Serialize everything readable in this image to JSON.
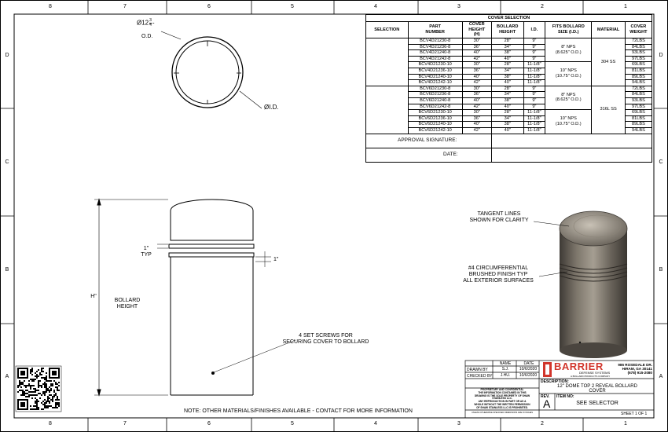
{
  "zones": {
    "columns": [
      "8",
      "7",
      "6",
      "5",
      "4",
      "3",
      "2",
      "1"
    ],
    "rows": [
      "D",
      "C",
      "B",
      "A"
    ]
  },
  "top_view": {
    "od_prefix": "Ø12",
    "od_num": "3",
    "od_den": "4",
    "od_suffix": "-",
    "od_label": "O.D.",
    "id_label": "ØI.D."
  },
  "side_view": {
    "h_label": "H\"",
    "bollard_height": "BOLLARD\nHEIGHT",
    "one_inch_typ": "1\"\nTYP",
    "one_inch": "1\"",
    "set_screws": "4 SET SCREWS FOR\nSECURING COVER TO BOLLARD"
  },
  "iso_view": {
    "tangent_note": "TANGENT LINES\nSHOWN FOR CLARITY",
    "finish_note": "#4 CIRCUMFERENTIAL\nBRUSHED FINISH TYP\nALL EXTERIOR SURFACES"
  },
  "table": {
    "title": "COVER SELECTION",
    "headers": [
      "SELECTION",
      "PART\nNUMBER",
      "COVER\nHEIGHT\n(H)",
      "BOLLARD\nHEIGHT",
      "I.D.",
      "FITS BOLLARD\nSIZE (I.D.)",
      "MATERIAL",
      "COVER\nWEIGHT"
    ],
    "rows": [
      [
        "BCV4D21230-8",
        "30\"",
        "28\"",
        "9\"",
        "72LBS"
      ],
      [
        "BCV4D21236-8",
        "36\"",
        "34\"",
        "9\"",
        "84LBS"
      ],
      [
        "BCV4D21240-8",
        "40\"",
        "38\"",
        "9\"",
        "93LBS"
      ],
      [
        "BCV4D21242-8",
        "42\"",
        "40\"",
        "9\"",
        "97LBS"
      ],
      [
        "BCV4D21230-10",
        "30\"",
        "28\"",
        "11-1/8\"",
        "69LBS"
      ],
      [
        "BCV4D21236-10",
        "36\"",
        "34\"",
        "11-1/8\"",
        "81LBS"
      ],
      [
        "BCV4D21240-10",
        "40\"",
        "38\"",
        "11-1/8\"",
        "89LBS"
      ],
      [
        "BCV4D21242-10",
        "42\"",
        "40\"",
        "11-1/8\"",
        "94LBS"
      ],
      [
        "BCV6D21230-8",
        "30\"",
        "28\"",
        "9\"",
        "72LBS"
      ],
      [
        "BCV6D21236-8",
        "36\"",
        "34\"",
        "9\"",
        "84LBS"
      ],
      [
        "BCV6D21240-8",
        "40\"",
        "38\"",
        "9\"",
        "93LBS"
      ],
      [
        "BCV6D21242-8",
        "42\"",
        "40\"",
        "9\"",
        "97LBS"
      ],
      [
        "BCV6D21230-10",
        "30\"",
        "28\"",
        "11-1/8\"",
        "69LBS"
      ],
      [
        "BCV6D21236-10",
        "36\"",
        "34\"",
        "11-1/8\"",
        "81LBS"
      ],
      [
        "BCV6D21240-10",
        "40\"",
        "38\"",
        "11-1/8\"",
        "89LBS"
      ],
      [
        "BCV6D21242-10",
        "42\"",
        "40\"",
        "11-1/8\"",
        "94LBS"
      ]
    ],
    "fits": [
      "8\" NPS\n(8.625\" O.D.)",
      "10\" NPS\n(10.75\" O.D.)",
      "8\" NPS\n(8.625\" O.D.)",
      "10\" NPS\n(10.75\" O.D.)"
    ],
    "materials": [
      "304 SS",
      "316L SS"
    ],
    "approval_label": "APPROVAL SIGNATURE:",
    "date_label": "DATE:"
  },
  "title_block": {
    "name_hdr": "NAME",
    "date_hdr": "DATE",
    "drawn_by_label": "DRAWN BY",
    "drawn_by": "S.J.",
    "drawn_date": "10/6/2020",
    "checked_by_label": "CHECKED BY",
    "checked_by": "J.HU.",
    "checked_date": "10/6/2020",
    "company": "BARRIER",
    "company_sub": "DEFENSE SYSTEMS",
    "company_tag": "A BOLLARD PRODUCTS COMPANY",
    "address": "986 ROSEDALE DR.\nHIRAM, GA 30141\n(678) 915-2080",
    "description_label": "DESCRIPTION:",
    "description": "12\" DOME TOP 2 REVEAL BOLLARD\nCOVER",
    "proprietary": "PROPRIETARY AND CONFIDENTIAL\nTHE INFORMATION CONTAINED IN THIS\nDRAWING IS THE SOLE PROPERTY OF SHAW\nSTAINLESS LLC.\nANY REPRODUCTION IN PART OR AS A\nWHOLE WITHOUT THE WRITTEN PERMISSION\nOF SHAW STAINLESS LLC IS PROHIBITED.",
    "tolerance": "UNLESS OTHERWISE SPECIFIED DIMENSIONS ARE IN INCHES",
    "rev_label": "REV.",
    "rev": "A",
    "item_no_label": "ITEM NO:",
    "item_no": "SEE SELECTOR",
    "sheet": "SHEET 1 OF 1"
  },
  "note": "NOTE: OTHER MATERIALS/FINISHES AVAILABLE - CONTACT FOR MORE INFORMATION"
}
